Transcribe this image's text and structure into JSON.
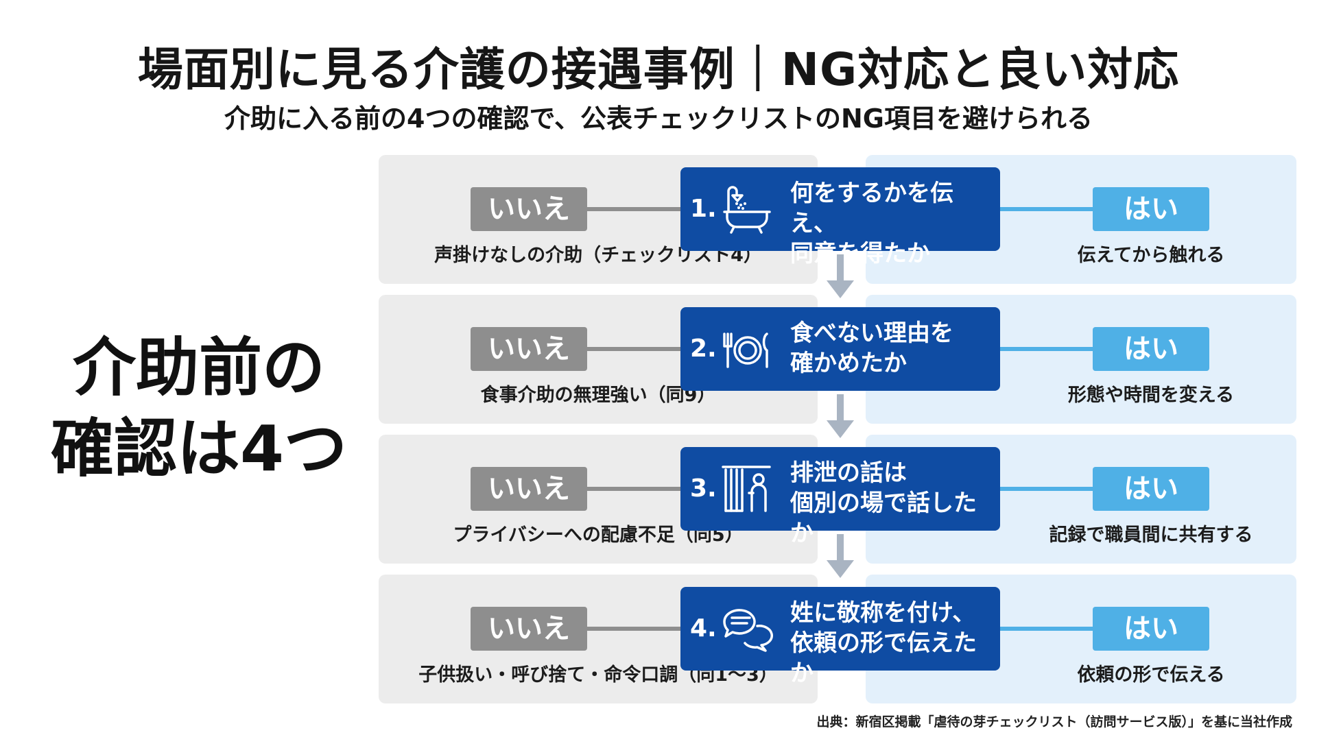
{
  "title": "場面別に見る介護の接遇事例｜NG対応と良い対応",
  "subtitle": "介助に入る前の4つの確認で、公表チェックリストのNG項目を避けられる",
  "left_label": {
    "line1": "介助前の",
    "line2": "確認は4つ"
  },
  "no_label": "いいえ",
  "yes_label": "はい",
  "steps": [
    {
      "num": "1.",
      "icon": "bathtub-shower-icon",
      "question_line1": "何をするかを伝え、",
      "question_line2": "同意を得たか",
      "ng": "声掛けなしの介助（チェックリスト4）",
      "ok": "伝えてから触れる"
    },
    {
      "num": "2.",
      "icon": "fork-plate-knife-icon",
      "question_line1": "食べない理由を",
      "question_line2": "確かめたか",
      "ng": "食事介助の無理強い（同9）",
      "ok": "形態や時間を変える"
    },
    {
      "num": "3.",
      "icon": "curtain-privacy-icon",
      "question_line1": "排泄の話は",
      "question_line2": "個別の場で話したか",
      "ng": "プライバシーへの配慮不足（同5）",
      "ok": "記録で職員間に共有する"
    },
    {
      "num": "4.",
      "icon": "speech-bubbles-icon",
      "question_line1": "姓に敬称を付け、",
      "question_line2": "依頼の形で伝えたか",
      "ng": "子供扱い・呼び捨て・命令口調（同1〜3）",
      "ok": "依頼の形で伝える"
    }
  ],
  "source": "出典：新宿区掲載「虐待の芽チェックリスト（訪問サービス版）」を基に当社作成",
  "colors": {
    "question_box": "#0f4ca3",
    "no_badge": "#8e8e8e",
    "yes_badge": "#4fb0e6",
    "ng_panel": "#ececec",
    "ok_panel": "#e3f0fb",
    "arrow": "#a9b4c2"
  }
}
